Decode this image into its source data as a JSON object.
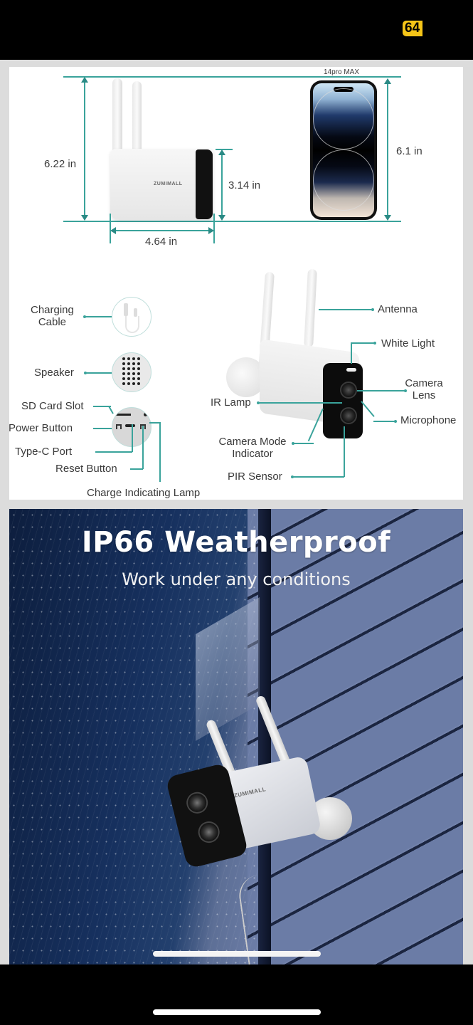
{
  "status_bar": {
    "battery_level": "64",
    "battery_color": "#f5c518"
  },
  "dimensions_panel": {
    "brand": "ZUMIMALL",
    "camera_height": "6.22 in",
    "camera_body_height": "3.14 in",
    "camera_width": "4.64 in",
    "phone_label": "14pro MAX",
    "phone_height": "6.1 in",
    "accent_color": "#3aa39b"
  },
  "parts_panel": {
    "left_labels": {
      "charging_cable": [
        "Charging",
        "Cable"
      ],
      "speaker": "Speaker",
      "sd_card_slot": "SD Card Slot",
      "power_button": "Power Button",
      "type_c_port": "Type-C Port",
      "reset_button": "Reset Button",
      "charge_indicating_lamp": "Charge Indicating Lamp"
    },
    "right_labels": {
      "antenna": "Antenna",
      "white_light": "White Light",
      "camera_lens": [
        "Camera",
        "Lens"
      ],
      "microphone": "Microphone",
      "ir_lamp": "IR Lamp",
      "camera_mode_indicator": [
        "Camera Mode",
        "Indicator"
      ],
      "pir_sensor": "PIR Sensor"
    }
  },
  "weather_panel": {
    "title": "IP66 Weatherproof",
    "subtitle": "Work under any conditions",
    "brand": "ZUMIMALL"
  }
}
